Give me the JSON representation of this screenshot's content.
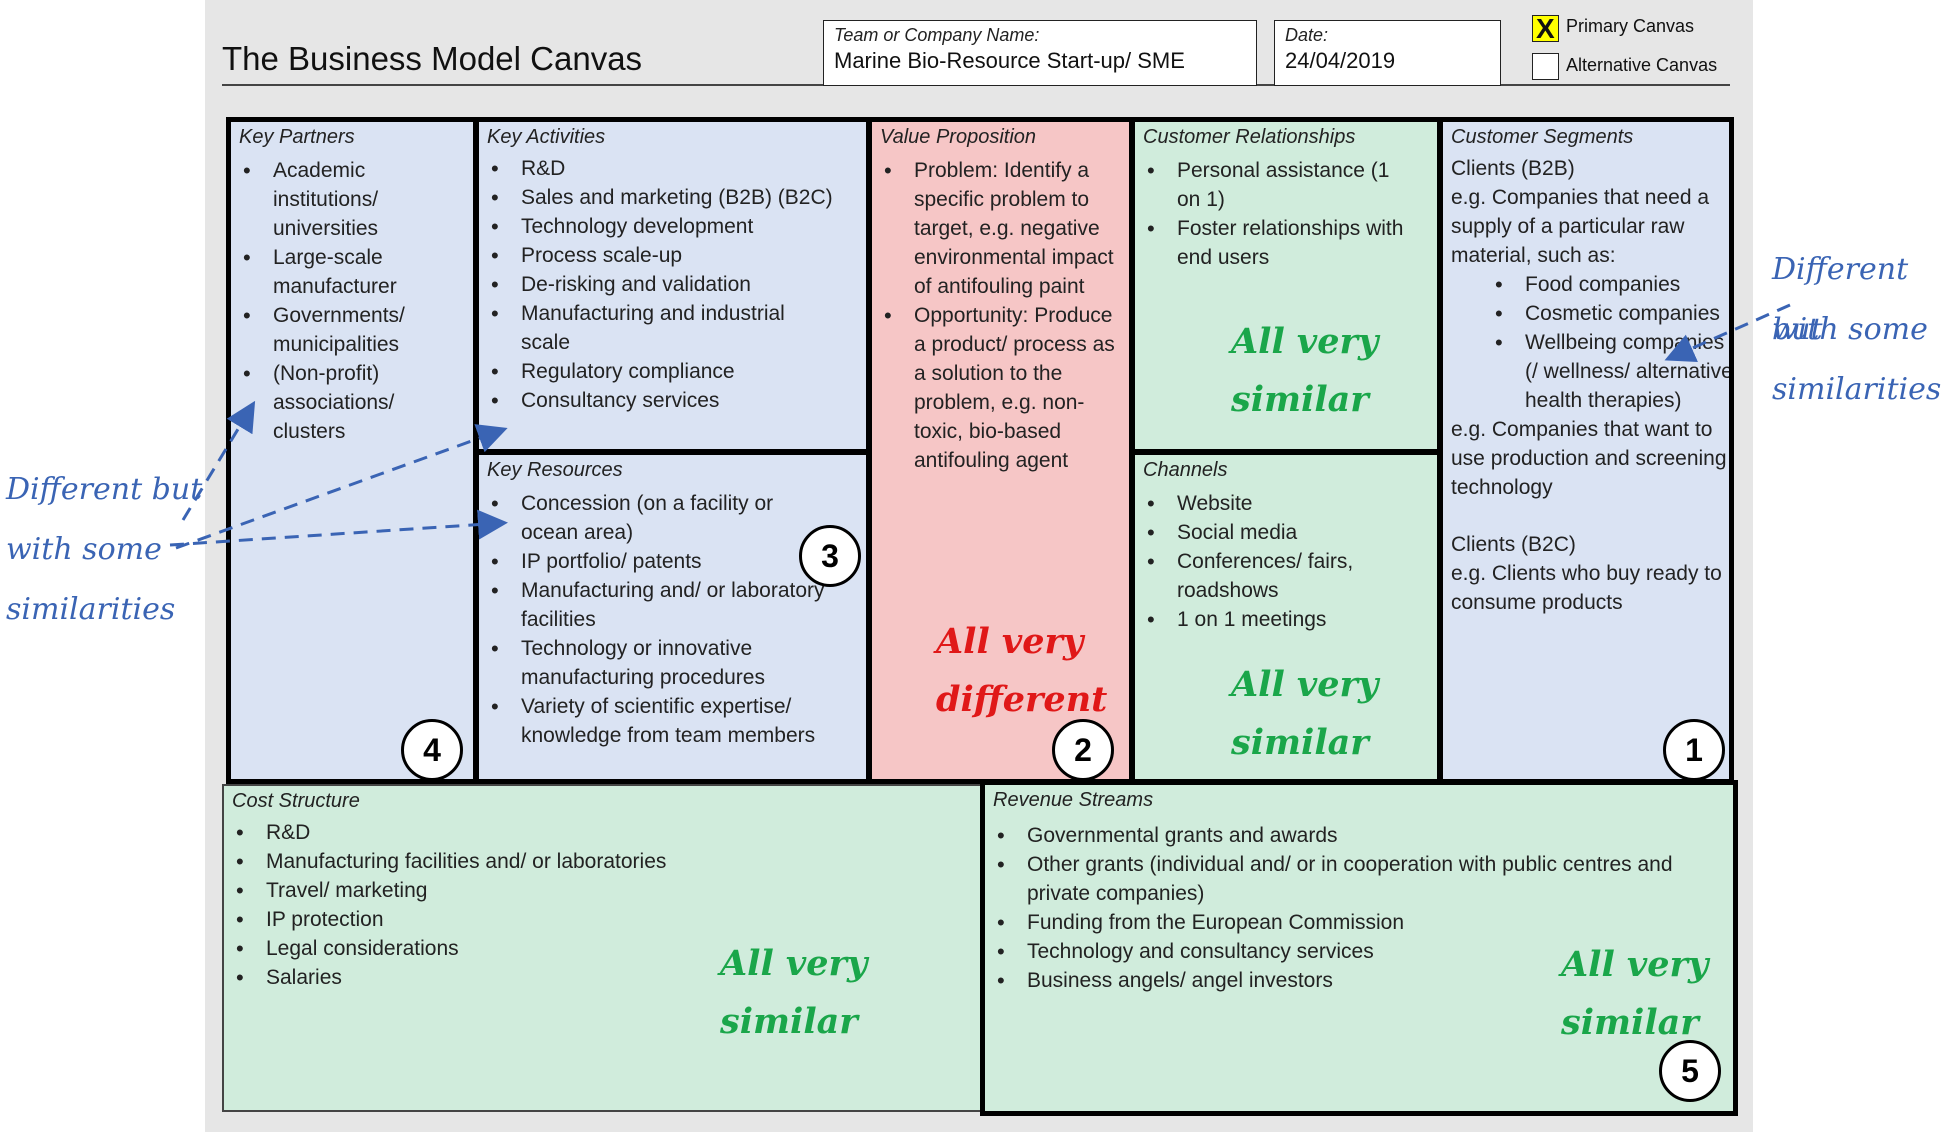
{
  "header": {
    "title": "The Business Model Canvas",
    "team_label": "Team or Company Name:",
    "team_value": "Marine Bio-Resource Start-up/ SME",
    "date_label": "Date:",
    "date_value": "24/04/2019",
    "primary_canvas_label": "Primary Canvas",
    "primary_canvas_checked": true,
    "primary_canvas_mark": "X",
    "alternative_canvas_label": "Alternative Canvas",
    "alternative_canvas_checked": false
  },
  "key_partners": {
    "title": "Key Partners",
    "items": [
      "Academic institutions/ universities",
      "Large-scale manufacturer",
      "Governments/ municipalities",
      "(Non-profit) associations/ clusters"
    ],
    "number": "4"
  },
  "key_activities": {
    "title": "Key Activities",
    "items": [
      "R&D",
      "Sales and marketing (B2B) (B2C)",
      "Technology development",
      "Process scale-up",
      "De-risking and validation",
      "Manufacturing and industrial scale",
      "Regulatory compliance",
      "Consultancy services"
    ]
  },
  "key_resources": {
    "title": "Key Resources",
    "items": [
      "Concession (on a facility or ocean area)",
      "IP portfolio/ patents",
      "Manufacturing and/ or laboratory facilities",
      "Technology or innovative manufacturing procedures",
      "Variety of scientific expertise/ knowledge from team members"
    ],
    "number": "3"
  },
  "value_proposition": {
    "title": "Value Proposition",
    "items": [
      "Problem: Identify a specific problem to target, e.g. negative environmental impact of antifouling paint",
      "Opportunity: Produce a product/ process as a solution to the problem, e.g. non-toxic, bio-based antifouling agent"
    ],
    "number": "2",
    "note_line1": "All very",
    "note_line2": "different"
  },
  "customer_relationships": {
    "title": "Customer Relationships",
    "items": [
      "Personal assistance (1 on 1)",
      "Foster relationships with end users"
    ],
    "note_line1": "All very",
    "note_line2": "similar"
  },
  "channels": {
    "title": "Channels",
    "items": [
      "Website",
      "Social media",
      "Conferences/ fairs, roadshows",
      "1 on 1 meetings"
    ],
    "note_line1": "All very",
    "note_line2": "similar"
  },
  "customer_segments": {
    "title": "Customer Segments",
    "b2b_heading": "Clients (B2B)",
    "b2b_intro": "e.g. Companies that need a supply of a particular raw material, such as:",
    "b2b_items": [
      "Food companies",
      "Cosmetic companies",
      "Wellbeing companies (/ wellness/ alternative health therapies)"
    ],
    "b2b_extra": "e.g. Companies that want to use production and screening technology",
    "b2c_heading": "Clients (B2C)",
    "b2c_text": "e.g. Clients who buy ready to consume products",
    "number": "1"
  },
  "cost_structure": {
    "title": "Cost Structure",
    "items": [
      "R&D",
      "Manufacturing facilities and/ or laboratories",
      "Travel/ marketing",
      "IP protection",
      "Legal considerations",
      "Salaries"
    ],
    "note_line1": "All very",
    "note_line2": "similar"
  },
  "revenue_streams": {
    "title": "Revenue Streams",
    "items": [
      "Governmental grants and awards",
      "Other grants (individual and/ or in cooperation with public centres and private companies)",
      "Funding from the European Commission",
      "Technology and consultancy services",
      "Business angels/ angel investors"
    ],
    "number": "5",
    "note_line1": "All very",
    "note_line2": "similar"
  },
  "annotations": {
    "left_line1": "Different but",
    "left_line2": "with some",
    "left_line3": "similarities",
    "right_line1": "Different but",
    "right_line2": "with some",
    "right_line3": "similarities"
  },
  "colors": {
    "blue_cell": "#dae3f3",
    "green_cell": "#d0ecdc",
    "red_cell": "#f6c6c6",
    "note_green": "#1aa64a",
    "note_red": "#e01818",
    "annotation_blue": "#3a64b4",
    "checkbox_yellow": "#ffff00"
  }
}
